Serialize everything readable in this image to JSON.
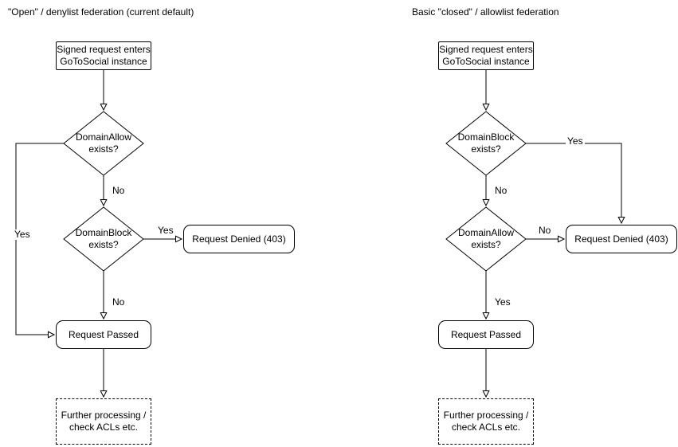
{
  "titles": {
    "left": "\"Open\" / denylist federation (current default)",
    "right": "Basic \"closed\" / allowlist federation"
  },
  "nodes": {
    "entry": "Signed request enters\nGoToSocial instance",
    "domain_allow": "DomainAllow\nexists?",
    "domain_block": "DomainBlock\nexists?",
    "request_denied": "Request Denied (403)",
    "request_passed": "Request Passed",
    "further_processing": "Further processing /\ncheck ACLs etc."
  },
  "edge_labels": {
    "yes": "Yes",
    "no": "No"
  }
}
